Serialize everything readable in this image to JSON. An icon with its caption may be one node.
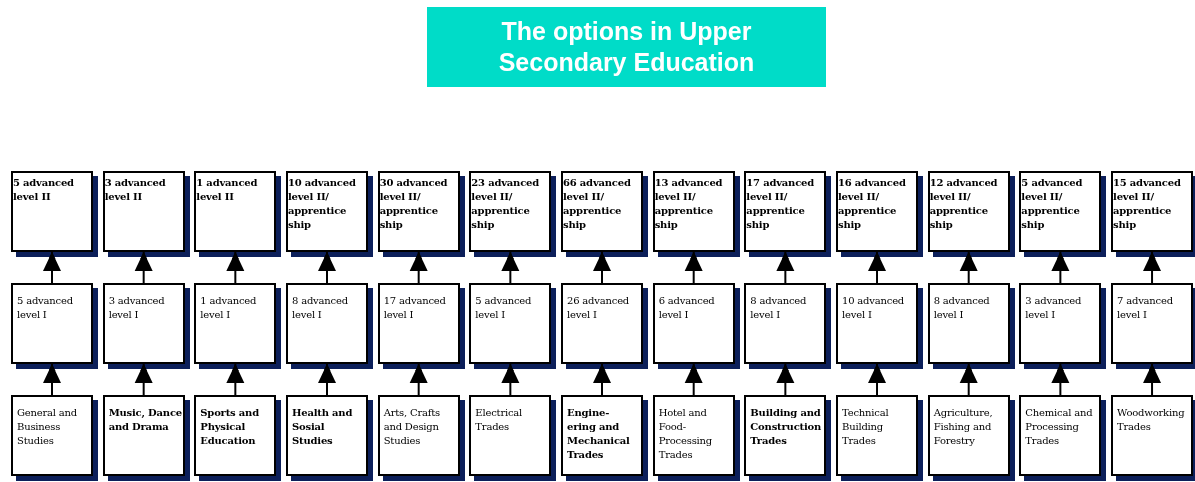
{
  "diagram": {
    "title": "The options in Upper Secondary Education",
    "nodes": [
      {
        "text": [
          "5 advanced level II"
        ]
      },
      {
        "text": [
          "3 advanced level II"
        ]
      },
      {
        "text": [
          "1 advanced level II"
        ]
      },
      {
        "text": [
          "10 advanced level II/ apprentice ship"
        ]
      },
      {
        "text": [
          "30 advanced level II/ apprentice ship"
        ]
      },
      {
        "text": [
          "23 advanced level II/ apprentice ship"
        ]
      },
      {
        "text": [
          "66 advanced level II/ apprentice ship"
        ]
      },
      {
        "text": [
          "13 advanced level II/ apprentice ship"
        ]
      },
      {
        "text": [
          "17 advanced level II/ apprentice ship"
        ]
      },
      {
        "text": [
          "16 advanced level II/ apprentice ship"
        ]
      },
      {
        "text": [
          "12 advanced level II/ apprentice ship"
        ]
      },
      {
        "text": [
          "5 advanced level II/ apprentice ship"
        ]
      },
      {
        "text": [
          "15 advanced level II/ apprentice ship"
        ]
      },
      {
        "text": [
          "5 advanced level I"
        ]
      },
      {
        "text": [
          "3 advanced level I"
        ]
      },
      {
        "text": [
          "1 advanced level I"
        ]
      },
      {
        "text": [
          "8 advanced level I"
        ]
      },
      {
        "text": [
          "17 advanced level I"
        ]
      },
      {
        "text": [
          "5 advanced level I"
        ]
      },
      {
        "text": [
          "26 advanced level I"
        ]
      },
      {
        "text": [
          "6 advanced level I"
        ]
      },
      {
        "text": [
          "8 advanced level I"
        ]
      },
      {
        "text": [
          "10 advanced level I"
        ]
      },
      {
        "text": [
          "8 advanced level I"
        ]
      },
      {
        "text": [
          "3 advanced level I"
        ]
      },
      {
        "text": [
          "7 advanced level I"
        ]
      },
      {
        "text": [
          "General and Business Studies"
        ]
      },
      {
        "text": [
          "Music, Dance and Drama"
        ]
      },
      {
        "text": [
          "Sports and Physical Education"
        ]
      },
      {
        "text": [
          "Health and Sosial Studies"
        ]
      },
      {
        "text": [
          "Arts, Crafts and Design Studies"
        ]
      },
      {
        "text": [
          "Electrical Trades"
        ]
      },
      {
        "text": [
          "Engine- ering and Mechanical Trades"
        ]
      },
      {
        "text": [
          "Hotel and Food- Processing Trades"
        ]
      },
      {
        "text": [
          "Building and Construction Trades"
        ]
      },
      {
        "text": [
          "Technical Building Trades"
        ]
      },
      {
        "text": [
          "Agriculture, Fishing and Forestry"
        ]
      },
      {
        "text": [
          "Chemical and Processing Trades"
        ]
      },
      {
        "text": [
          "Woodworking Trades"
        ]
      }
    ],
    "edges": [
      {
        "from": 13,
        "to": 0,
        "arrow": "to"
      },
      {
        "from": 14,
        "to": 1,
        "arrow": "to"
      },
      {
        "from": 15,
        "to": 2,
        "arrow": "to"
      },
      {
        "from": 16,
        "to": 3,
        "arrow": "to"
      },
      {
        "from": 17,
        "to": 4,
        "arrow": "to"
      },
      {
        "from": 18,
        "to": 5,
        "arrow": "to"
      },
      {
        "from": 19,
        "to": 6,
        "arrow": "to"
      },
      {
        "from": 20,
        "to": 7,
        "arrow": "to"
      },
      {
        "from": 21,
        "to": 8,
        "arrow": "to"
      },
      {
        "from": 22,
        "to": 9,
        "arrow": "to"
      },
      {
        "from": 23,
        "to": 10,
        "arrow": "to"
      },
      {
        "from": 24,
        "to": 11,
        "arrow": "to"
      },
      {
        "from": 25,
        "to": 12,
        "arrow": "to"
      },
      {
        "from": 26,
        "to": 13,
        "arrow": "to"
      },
      {
        "from": 27,
        "to": 14,
        "arrow": "to"
      },
      {
        "from": 28,
        "to": 15,
        "arrow": "to"
      },
      {
        "from": 29,
        "to": 16,
        "arrow": "to"
      },
      {
        "from": 30,
        "to": 17,
        "arrow": "to"
      },
      {
        "from": 31,
        "to": 18,
        "arrow": "to"
      },
      {
        "from": 32,
        "to": 19,
        "arrow": "to"
      },
      {
        "from": 33,
        "to": 20,
        "arrow": "to"
      },
      {
        "from": 34,
        "to": 21,
        "arrow": "to"
      },
      {
        "from": 35,
        "to": 22,
        "arrow": "to"
      },
      {
        "from": 36,
        "to": 23,
        "arrow": "to"
      },
      {
        "from": 37,
        "to": 24,
        "arrow": "to"
      },
      {
        "from": 38,
        "to": 25,
        "arrow": "to"
      }
    ]
  }
}
